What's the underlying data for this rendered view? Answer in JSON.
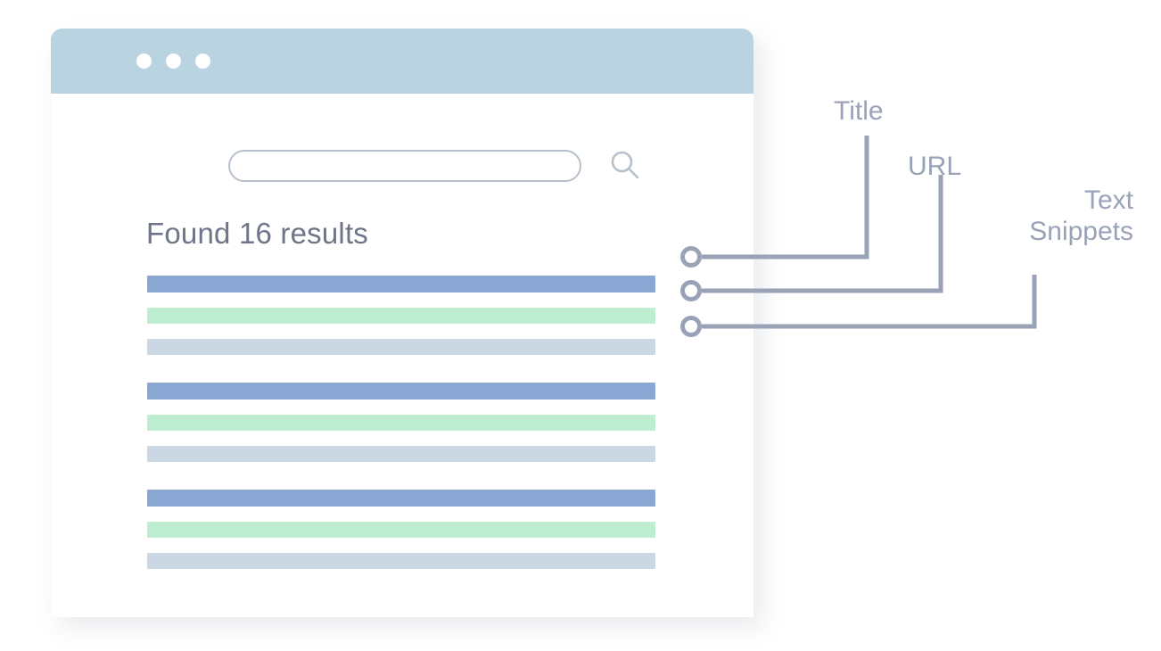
{
  "browser": {
    "window_title": "",
    "traffic_lights": [
      "dot-1",
      "dot-2",
      "dot-3"
    ],
    "titlebar_color": "#b9d3e1"
  },
  "search": {
    "value": "",
    "placeholder": "",
    "icon": "search-icon",
    "icon_color": "#b6c1cc"
  },
  "results": {
    "heading": "Found 16 results",
    "count": 16,
    "groups": [
      {
        "title_bar": {
          "label": "Title",
          "color": "#8aa7d4"
        },
        "url_bar": {
          "label": "URL",
          "color": "#bfedd2"
        },
        "snippet_bar": {
          "label": "Text Snippets",
          "color": "#cbd8e4"
        }
      },
      {
        "title_bar": {
          "label": "Title",
          "color": "#8aa7d4"
        },
        "url_bar": {
          "label": "URL",
          "color": "#bfedd2"
        },
        "snippet_bar": {
          "label": "Text Snippets",
          "color": "#cbd8e4"
        }
      },
      {
        "title_bar": {
          "label": "Title",
          "color": "#8aa7d4"
        },
        "url_bar": {
          "label": "URL",
          "color": "#bfedd2"
        },
        "snippet_bar": {
          "label": "Text Snippets",
          "color": "#cbd8e4"
        }
      }
    ]
  },
  "annotations": {
    "line_color": "#9aa2b8",
    "items": [
      {
        "id": "title",
        "label": "Title"
      },
      {
        "id": "url",
        "label": "URL"
      },
      {
        "id": "snippets",
        "label_line1": "Text",
        "label_line2": "Snippets"
      }
    ]
  }
}
